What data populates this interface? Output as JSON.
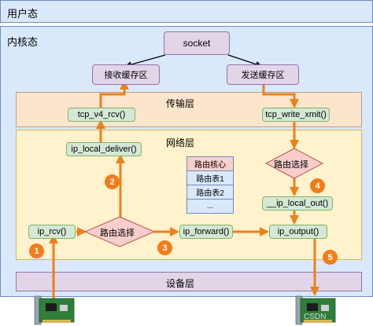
{
  "zones": {
    "user_space": "用户态",
    "kernel_space": "内核态"
  },
  "layers": {
    "transport": "传输层",
    "network": "网络层",
    "device": "设备层"
  },
  "nodes": {
    "socket": "socket",
    "recv_buffer": "接收缓存区",
    "send_buffer": "发送缓存区",
    "tcp_v4_rcv": "tcp_v4_rcv()",
    "tcp_write_xmit": "tcp_write_xmit()",
    "ip_local_deliver": "ip_local_deliver()",
    "ip_rcv": "ip_rcv()",
    "routing_decision_rx": "路由选择",
    "ip_forward": "ip_forward()",
    "ip_output": "ip_output()",
    "routing_decision_tx": "路由选择",
    "ip_local_out": "__ip_local_out()"
  },
  "routing_table": {
    "header": "路由核心",
    "rows": [
      "路由表1",
      "路由表2",
      "..."
    ]
  },
  "steps": [
    "1",
    "2",
    "3",
    "4",
    "5"
  ],
  "watermark": "CSDN",
  "colors": {
    "accent_arrow": "#e8811e",
    "black_arrow": "#000000",
    "user_kernel_bg": "#dae8fc",
    "transport_bg": "#fce5cd",
    "network_bg": "#fff2cc",
    "device_bg": "#e1d5e7"
  }
}
